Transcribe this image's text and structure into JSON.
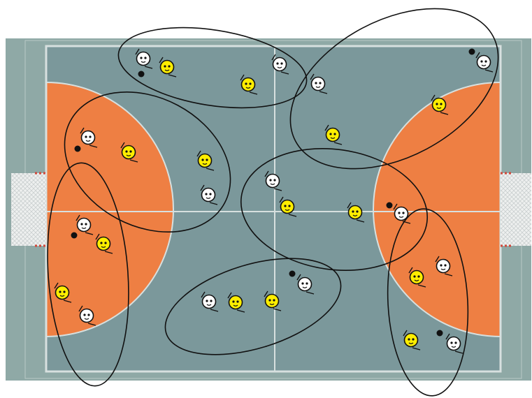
{
  "colors": {
    "background": "#ffffff",
    "surround": "#8fa9a6",
    "court": "#7b989b",
    "zone": "#ee7f43",
    "lines": "#d7e0df",
    "goal_net": "#eef0ef",
    "goal_post": "#d3483a",
    "team_yellow": "#ffee00",
    "team_white": "#ffffff",
    "ink": "#111111"
  },
  "icons": {
    "player_yellow": "yellow-player-icon",
    "player_white": "white-player-icon",
    "ball": "ball-icon"
  },
  "players": [
    {
      "team": "white",
      "ball": true
    },
    {
      "team": "yellow",
      "ball": false
    },
    {
      "team": "yellow",
      "ball": false
    },
    {
      "team": "white",
      "ball": false
    },
    {
      "team": "white",
      "ball": false
    },
    {
      "team": "white",
      "ball": true
    },
    {
      "team": "yellow",
      "ball": false
    },
    {
      "team": "yellow",
      "ball": false
    },
    {
      "team": "white",
      "ball": true
    },
    {
      "team": "yellow",
      "ball": false
    },
    {
      "team": "yellow",
      "ball": false
    },
    {
      "team": "white",
      "ball": false
    },
    {
      "team": "white",
      "ball": true
    },
    {
      "team": "yellow",
      "ball": false
    },
    {
      "team": "yellow",
      "ball": false
    },
    {
      "team": "white",
      "ball": false
    },
    {
      "team": "white",
      "ball": false
    },
    {
      "team": "yellow",
      "ball": false
    },
    {
      "team": "yellow",
      "ball": false
    },
    {
      "team": "white",
      "ball": true
    },
    {
      "team": "white",
      "ball": false
    },
    {
      "team": "yellow",
      "ball": false
    },
    {
      "team": "yellow",
      "ball": false
    },
    {
      "team": "white",
      "ball": true
    },
    {
      "team": "white",
      "ball": true
    },
    {
      "team": "yellow",
      "ball": false
    },
    {
      "team": "yellow",
      "ball": false
    },
    {
      "team": "white",
      "ball": false
    }
  ]
}
